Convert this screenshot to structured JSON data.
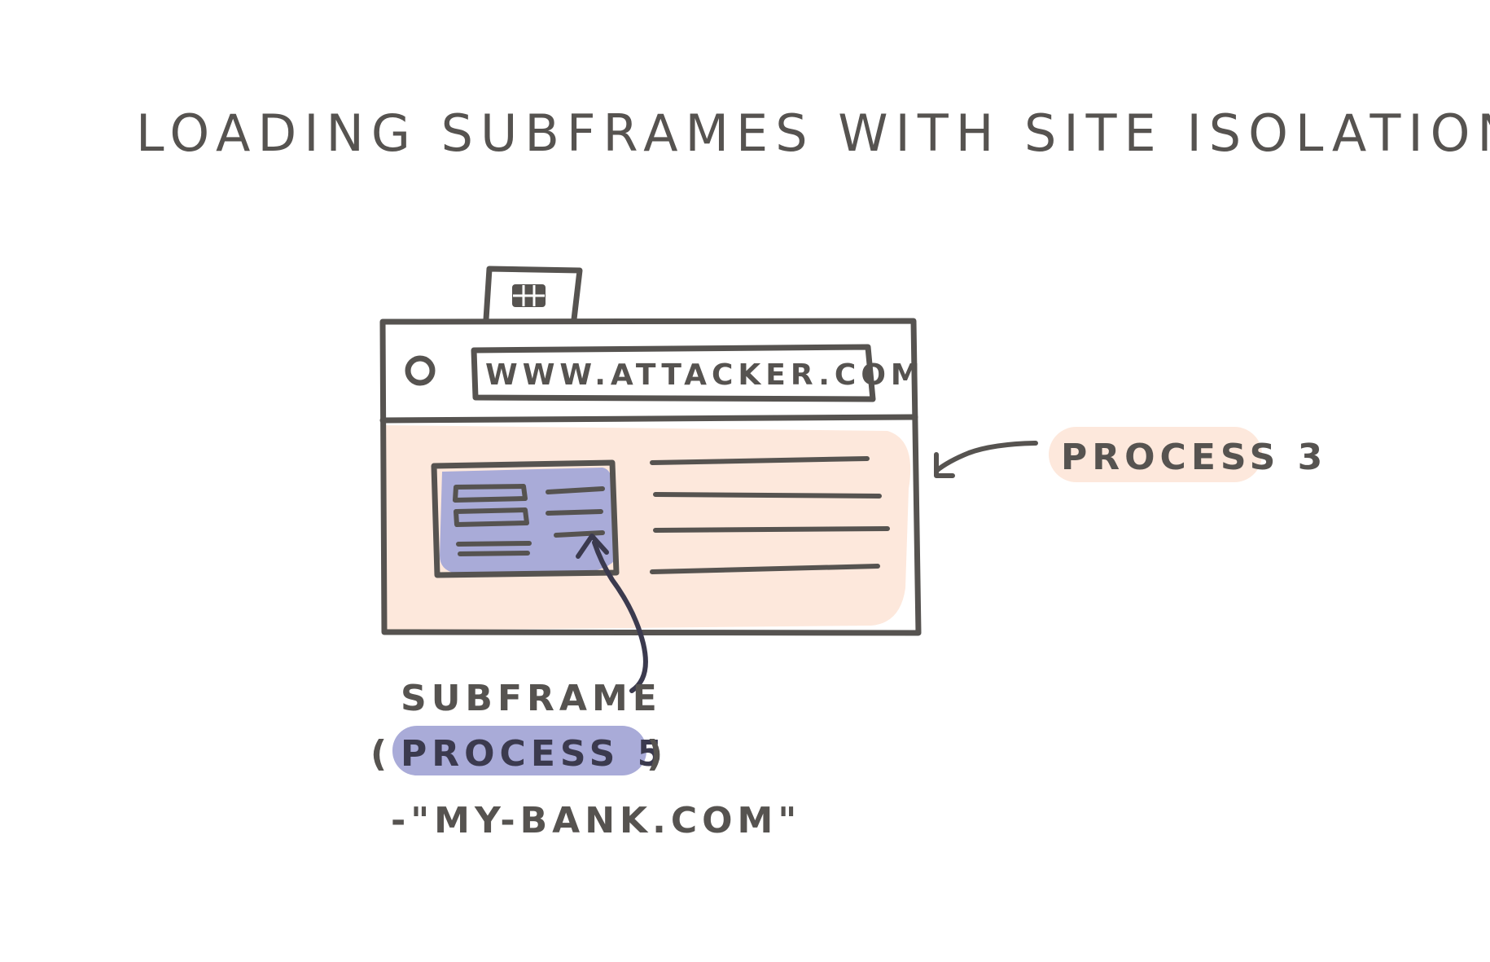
{
  "title": "LOADING SUBFRAMES WITH SITE ISOLATION",
  "browser": {
    "url": "WWW.ATTACKER.COM"
  },
  "labels": {
    "main_process": "PROCESS 3",
    "subframe": "SUBFRAME",
    "subframe_process_open": "(",
    "subframe_process": "PROCESS 5",
    "subframe_process_close": ")",
    "subframe_site": "-\"MY-BANK.COM\""
  },
  "colors": {
    "ink": "#565350",
    "peach": "#fde8dc",
    "lavender": "#a9abd8"
  }
}
